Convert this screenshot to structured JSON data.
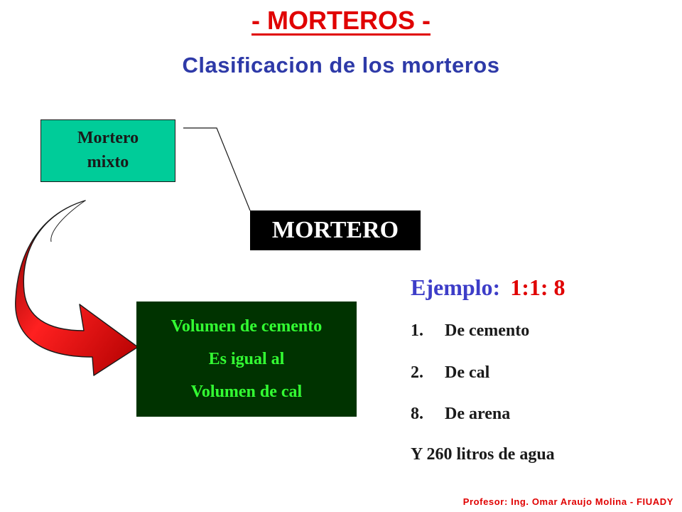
{
  "title": "- MORTEROS -",
  "subtitle": "Clasificacion  de los morteros",
  "mixto_box": {
    "line1": "Mortero",
    "line2": "mixto"
  },
  "mortero_box": "MORTERO",
  "volumen_box": {
    "line1": "Volumen de cemento",
    "line2": "Es igual al",
    "line3": "Volumen de cal"
  },
  "ejemplo": {
    "label": "Ejemplo:",
    "ratio": "1:1: 8",
    "items": [
      {
        "num": "1.",
        "text": "De cemento"
      },
      {
        "num": "2.",
        "text": "De cal"
      },
      {
        "num": "8.",
        "text": "De arena"
      }
    ],
    "water": "Y 260 litros de agua"
  },
  "footer": "Profesor: Ing. Omar Araujo Molina - FIUADY",
  "colors": {
    "title": "#e00000",
    "subtitle": "#2e3aa8",
    "mixto_box": "#00cc99",
    "mortero_box": "#000000",
    "volumen_box": "#003300",
    "volumen_text": "#33ff33",
    "arrow": "#cc1010"
  }
}
